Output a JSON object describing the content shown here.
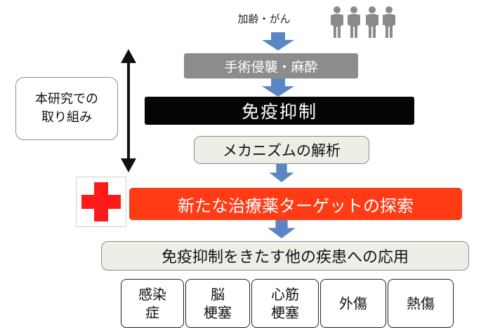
{
  "top_label": "加齢・がん",
  "flow": {
    "surgery": "手術侵襲・麻酔",
    "immunosuppression": "免疫抑制",
    "mechanism": "メカニズムの解析",
    "target_search": "新たな治療薬ターゲットの探索",
    "application": "免疫抑制をきたす他の疾患への応用"
  },
  "bubble": {
    "line1": "本研究での",
    "line2": "取り組み"
  },
  "diseases": [
    {
      "line1": "感染",
      "line2": "症"
    },
    {
      "line1": "脳",
      "line2": "梗塞"
    },
    {
      "line1": "心筋",
      "line2": "梗塞"
    },
    {
      "line1": "外傷",
      "line2": ""
    },
    {
      "line1": "熱傷",
      "line2": ""
    }
  ],
  "colors": {
    "arrow_blue": "#5b86c6",
    "gray_box": "#8c8c8c",
    "black_box": "#050505",
    "red_box": "#ff3b16",
    "cross_red": "#ff1a1a",
    "people_gray": "#8a8a8a",
    "light_box": "#eeeee6"
  },
  "icons": {
    "people": "people-group-icon",
    "cross": "red-cross-icon",
    "arrow": "down-arrow-icon",
    "double_arrow": "vertical-double-arrow-icon"
  }
}
